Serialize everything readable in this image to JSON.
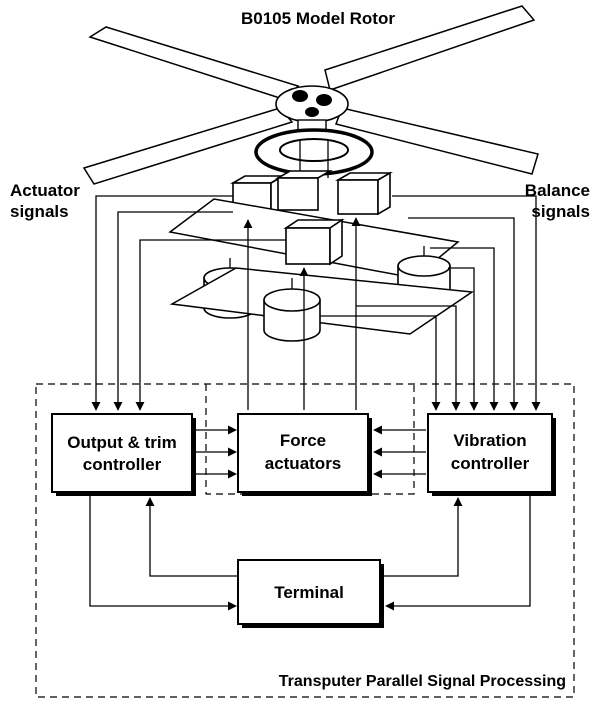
{
  "title": "B0105 Model Rotor",
  "left_label": {
    "line1": "Actuator",
    "line2": "signals"
  },
  "right_label": {
    "line1": "Balance",
    "line2": "signals"
  },
  "boxes": {
    "output_trim": {
      "line1": "Output & trim",
      "line2": "controller"
    },
    "force": {
      "line1": "Force",
      "line2": "actuators"
    },
    "vibration": {
      "line1": "Vibration",
      "line2": "controller"
    },
    "terminal": {
      "line1": "Terminal"
    }
  },
  "footer": "Transputer Parallel Signal Processing",
  "icons": [
    "rotor-hub-icon",
    "rotor-blade-icon",
    "actuator-cube-icon",
    "sensor-cylinder-icon",
    "arrow-icon"
  ]
}
